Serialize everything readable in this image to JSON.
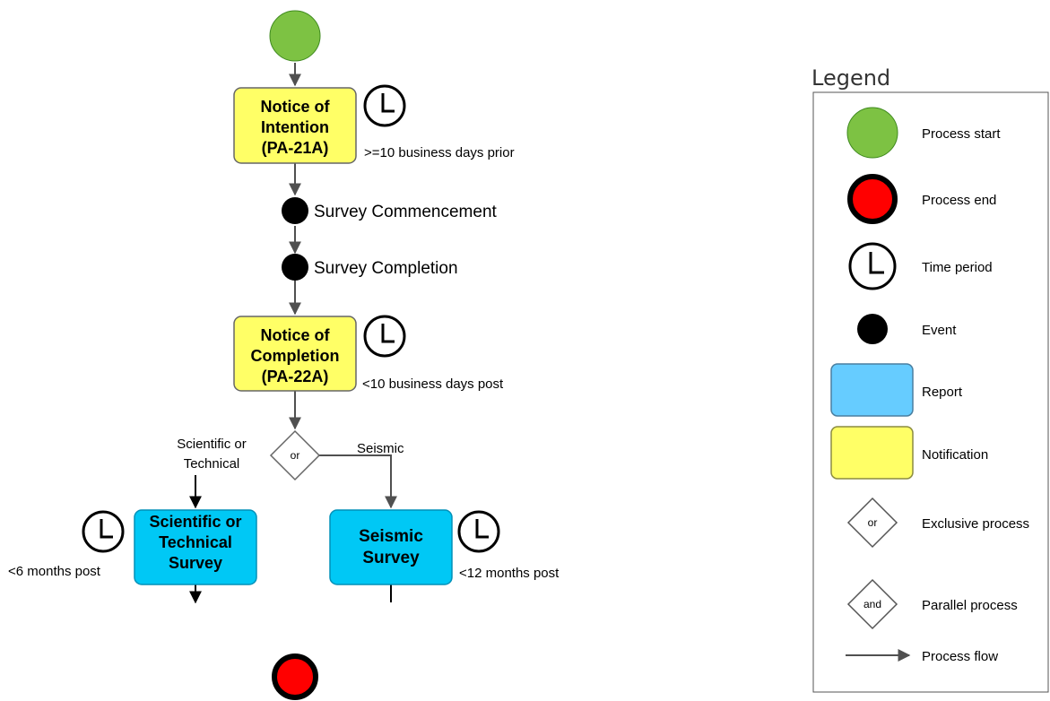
{
  "diagram": {
    "notice_intention": {
      "lines": [
        "Notice of",
        "Intention",
        "(PA-21A)"
      ],
      "timing": ">=10 business days prior"
    },
    "event_commencement": "Survey Commencement",
    "event_completion": "Survey Completion",
    "notice_completion": {
      "lines": [
        "Notice of",
        "Completion",
        "(PA-22A)"
      ],
      "timing": "<10 business days post"
    },
    "gateway": {
      "label": "or",
      "left_branch": [
        "Scientific or",
        "Technical"
      ],
      "right_branch": "Seismic"
    },
    "scientific_survey": {
      "lines": [
        "Scientific or",
        "Technical",
        "Survey"
      ],
      "timing": "<6 months post"
    },
    "seismic_survey": {
      "lines": [
        "Seismic",
        "Survey"
      ],
      "timing": "<12 months post"
    }
  },
  "legend": {
    "title": "Legend",
    "items": {
      "process_start": "Process start",
      "process_end": "Process end",
      "time_period": "Time period",
      "event": "Event",
      "report": "Report",
      "notification": "Notification",
      "exclusive": "Exclusive process",
      "exclusive_symbol": "or",
      "parallel": "Parallel process",
      "parallel_symbol": "and",
      "flow": "Process flow"
    }
  },
  "colors": {
    "start_green": "#7DC243",
    "end_red": "#FF0000",
    "notification_yellow": "#FFFF66",
    "report_blue": "#00C8F5",
    "legend_report_blue": "#66CCFF",
    "connector_gray": "#505050"
  },
  "icons": [
    "clock-icon"
  ]
}
